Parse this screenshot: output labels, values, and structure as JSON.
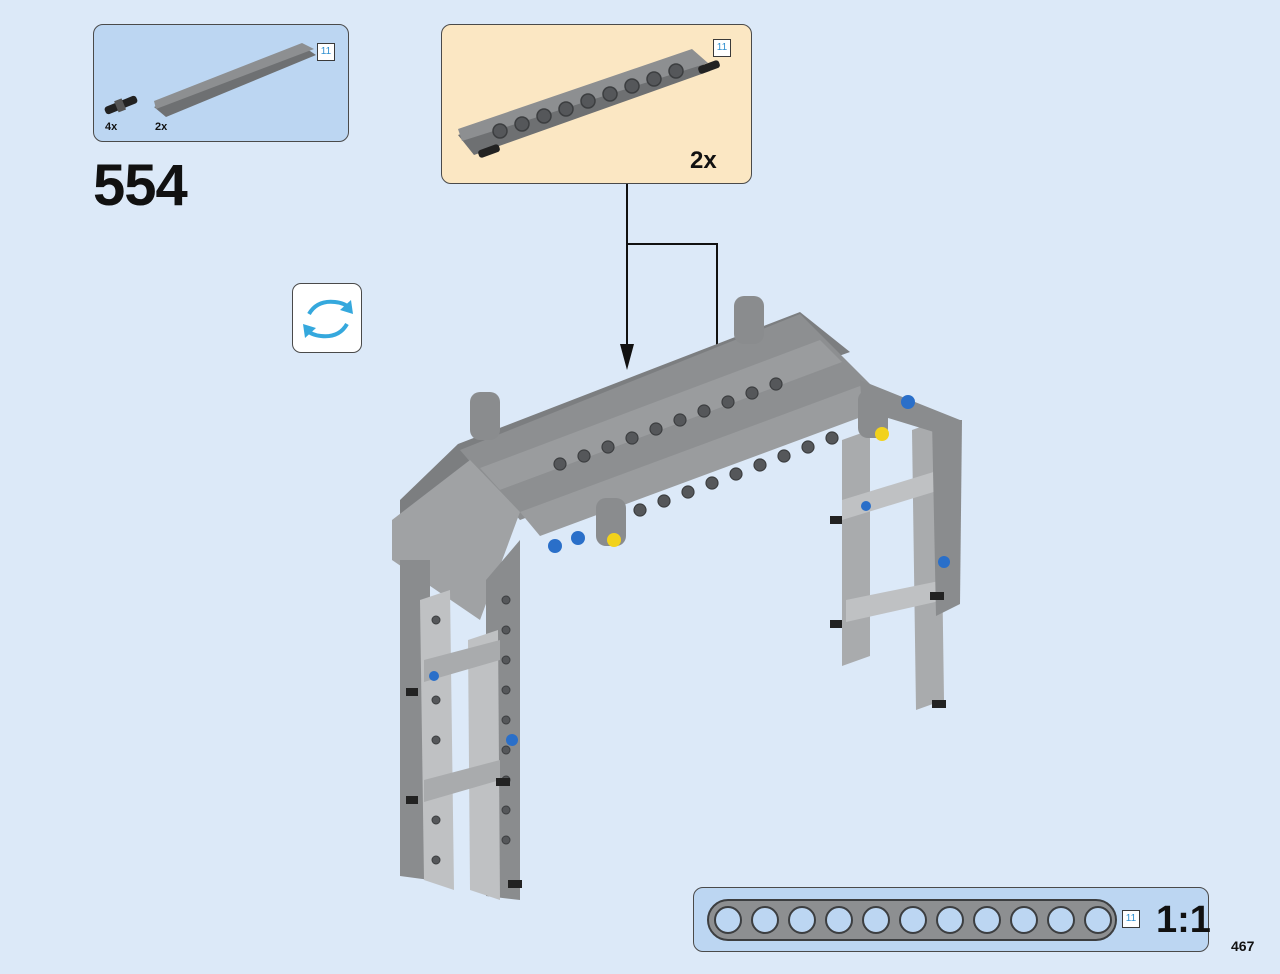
{
  "parts_list": {
    "items": [
      {
        "name": "pin-with-bush",
        "qty": "4x"
      },
      {
        "name": "beam-11",
        "qty": "2x",
        "length_tag": "11"
      }
    ]
  },
  "step": {
    "number": "554"
  },
  "sub_callout": {
    "length_tag": "11",
    "qty": "2x"
  },
  "rotate_icon": "rotate-model-icon",
  "scale_reference": {
    "length_tag": "11",
    "label": "1:1",
    "hole_count": 11
  },
  "page": {
    "number": "467"
  },
  "colors": {
    "background": "#dce9f8",
    "parts_list_bg": "#bcd6f2",
    "callout_bg": "#fbe7c3",
    "beam_gray": "#8a8c8e",
    "beam_light": "#bfc1c3",
    "connector_blue": "#2a6fc9",
    "connector_yellow": "#f2d21b",
    "rotate_arrow": "#35a8dd"
  }
}
